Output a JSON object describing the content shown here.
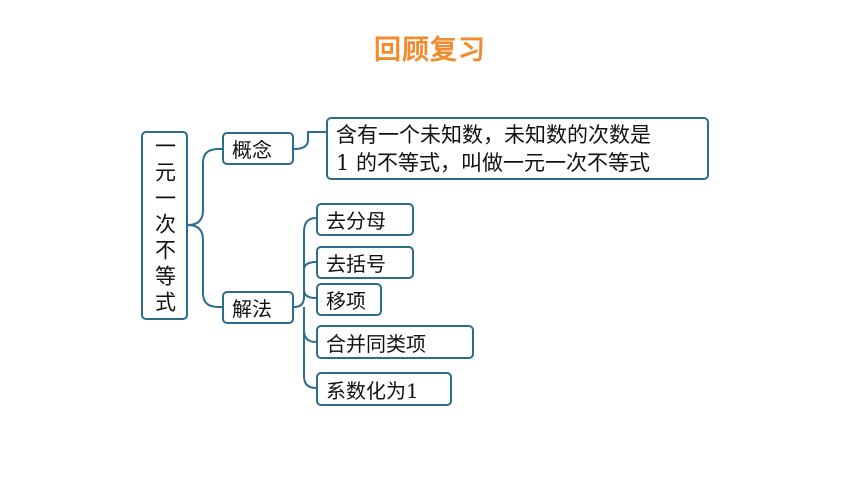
{
  "title": "回顾复习",
  "root": "一元一次不等式",
  "concept": {
    "label": "概念",
    "definition_line1": "含有一个未知数，未知数的次数是",
    "definition_line2": "1 的不等式，叫做一元一次不等式"
  },
  "method": {
    "label": "解法",
    "steps": [
      "去分母",
      "去括号",
      "移项",
      "合并同类项",
      "系数化为1"
    ]
  },
  "colors": {
    "title": "#f28a2e",
    "border": "#2c6d8c"
  }
}
